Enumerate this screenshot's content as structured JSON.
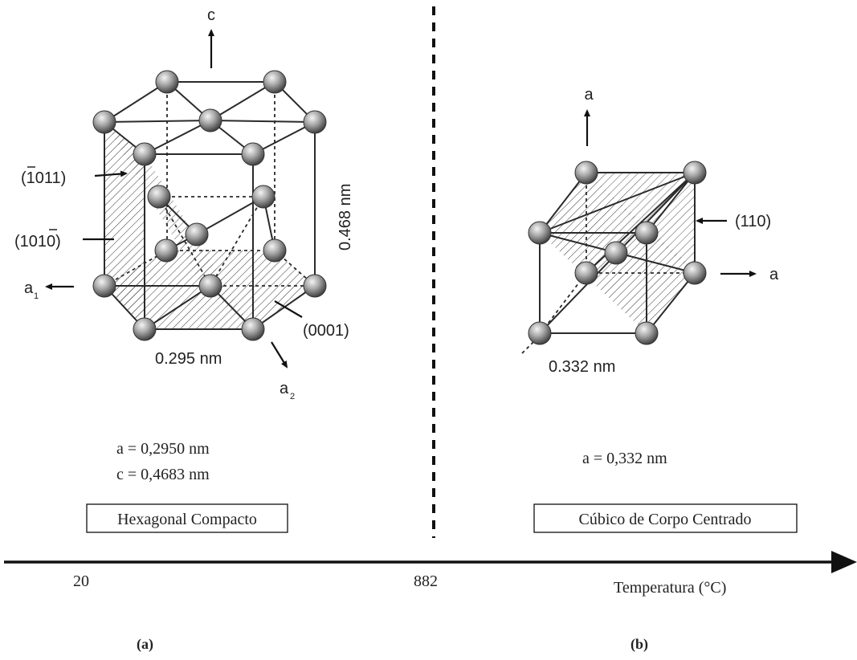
{
  "hcp": {
    "axis_c": "c",
    "axis_a1": "a",
    "axis_a1_sub": "1",
    "axis_a2": "a",
    "axis_a2_sub": "2",
    "plane_pyramidal": "(1011)",
    "plane_pyramidal_bar": "1",
    "plane_prism": "(1010)",
    "plane_prism_bar": "1",
    "plane_basal": "(0001)",
    "dim_height": "0.468 nm",
    "dim_base": "0.295 nm",
    "param_a": "a = 0,2950 nm",
    "param_c": "c = 0,4683 nm",
    "structure_name": "Hexagonal Compacto"
  },
  "bcc": {
    "axis_up": "a",
    "axis_right": "a",
    "plane": "(110)",
    "dim_base": "0.332 nm",
    "param_a": "a = 0,332 nm",
    "structure_name": "Cúbico de Corpo Centrado"
  },
  "temperature_axis": {
    "tick_start": "20",
    "tick_transition": "882",
    "label": "Temperatura (°C)"
  },
  "captions": {
    "left": "(a)",
    "right": "(b)"
  }
}
